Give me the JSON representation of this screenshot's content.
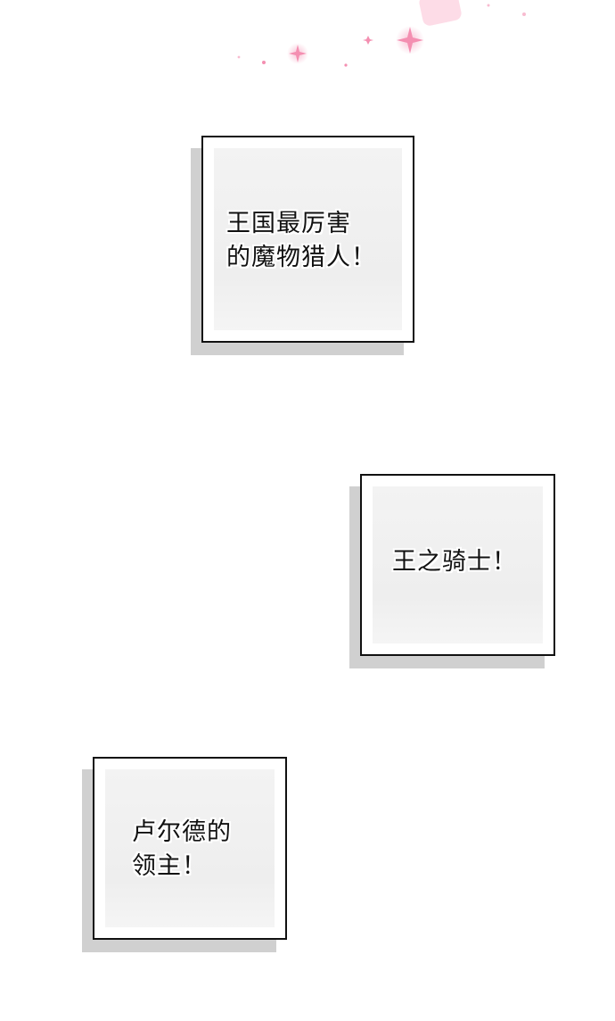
{
  "captions": {
    "box1": {
      "line1": "王国最厉害",
      "line2": "的魔物猎人！"
    },
    "box2": {
      "line1": "王之骑士！"
    },
    "box3": {
      "line1": "卢尔德的",
      "line2": "领主！"
    }
  },
  "colors": {
    "background": "#ffffff",
    "border": "#111111",
    "panel_fill": "#f0f0f0",
    "sparkle_pink": "#f48fb1"
  },
  "decoration": {
    "sparkle_icon": "sparkle-icon"
  }
}
